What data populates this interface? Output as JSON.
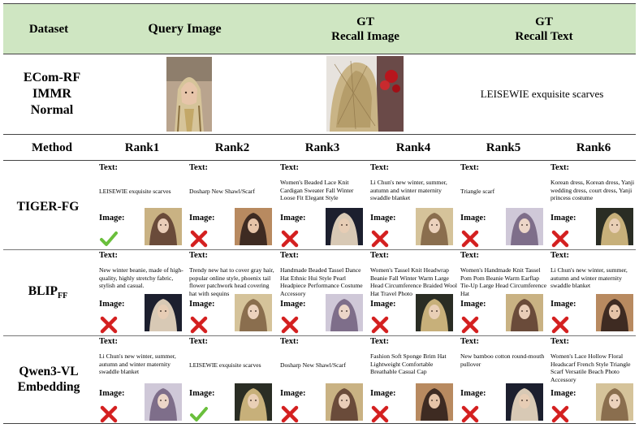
{
  "header": {
    "dataset": "Dataset",
    "query_image": "Query Image",
    "gt_image_1": "GT",
    "gt_image_2": "Recall Image",
    "gt_text_1": "GT",
    "gt_text_2": "Recall Text"
  },
  "query_row": {
    "dataset_line1": "ECom-RF",
    "dataset_line2": "IMMR",
    "dataset_line3": "Normal",
    "gt_recall_text": "LEISEWIE exquisite scarves"
  },
  "rank_header": {
    "method": "Method",
    "ranks": [
      "Rank1",
      "Rank2",
      "Rank3",
      "Rank4",
      "Rank5",
      "Rank6"
    ]
  },
  "labels": {
    "text": "Text:",
    "image": "Image:"
  },
  "methods": [
    {
      "name": "TIGER-FG",
      "name_sub": "",
      "results": [
        {
          "text": "LEISEWIE exquisite scarves",
          "correct": true
        },
        {
          "text": "Dosharp New Shawl/Scarf",
          "correct": false
        },
        {
          "text": "Women's Beaded Lace Knit Cardigan Sweater Fall Winter Loose Fit Elegant Style",
          "correct": false
        },
        {
          "text": "Li Chun's new winter, summer, autumn and winter maternity swaddle blanket",
          "correct": false
        },
        {
          "text": "Triangle scarf",
          "correct": false
        },
        {
          "text": "Korean dress, Korean dress, Yanji wedding dress, court dress, Yanji princess costume",
          "correct": false
        }
      ]
    },
    {
      "name": "BLIP",
      "name_sub": "FF",
      "results": [
        {
          "text": "New winter beanie, made of high-quality, highly stretchy fabric, stylish and casual.",
          "correct": false
        },
        {
          "text": "Trendy new hat to cover gray hair, popular online style, phoenix tail flower patchwork head covering hat with sequins",
          "correct": false
        },
        {
          "text": "Handmade Beaded Tassel Dance Hat Ethnic Hui Style Pearl Headpiece Performance Costume Accessory",
          "correct": false
        },
        {
          "text": "Women's Tassel Knit Headwrap Beanie Fall Winter Warm Large Head Circumference Braided Wool Hat Travel Photo",
          "correct": false
        },
        {
          "text": "Women's Handmade Knit Tassel Pom Pom Beanie Warm Earflap Tie-Up Large Head Circumference Hat",
          "correct": false
        },
        {
          "text": "Li Chun's new winter, summer, autumn and winter maternity swaddle blanket",
          "correct": false
        }
      ]
    },
    {
      "name": "Qwen3-VL Embedding",
      "name_sub": "",
      "results": [
        {
          "text": "Li Chun's new winter, summer, autumn and winter maternity swaddle blanket",
          "correct": false
        },
        {
          "text": "LEISEWIE exquisite scarves",
          "correct": true
        },
        {
          "text": "Dosharp New Shawl/Scarf",
          "correct": false
        },
        {
          "text": "Fashion Soft Sponge Brim Hat Lightweight Comfortable Breathable Casual Cap",
          "correct": false
        },
        {
          "text": "New bamboo cotton round-mouth pullover",
          "correct": false
        },
        {
          "text": "Women's Lace Hollow Floral Headscarf French Style Triangle Scarf Versatile Beach Photo Accessory",
          "correct": false
        }
      ]
    }
  ],
  "colors": {
    "header_bg": "#cfe6c2",
    "check": "#6abf3c",
    "cross": "#d42020"
  }
}
